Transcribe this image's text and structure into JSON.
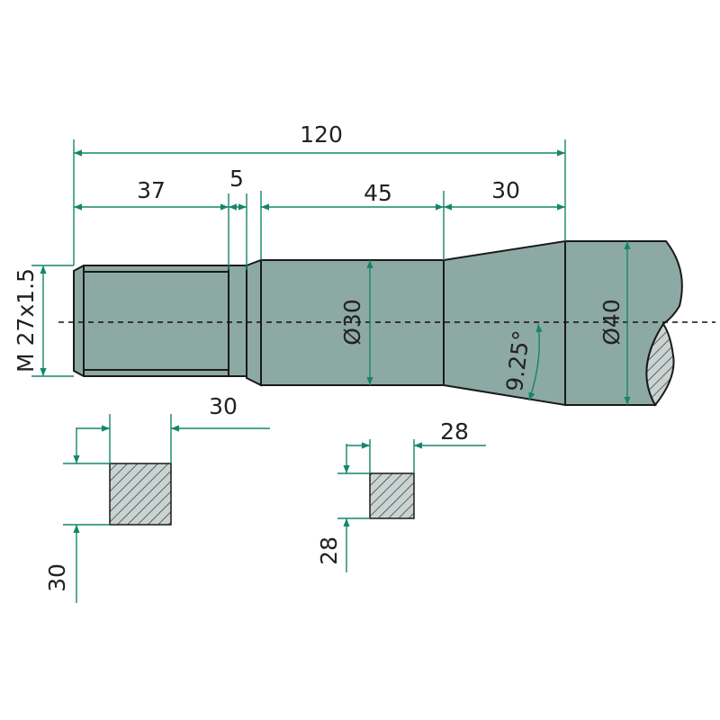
{
  "title": "Shaft / pin technical drawing",
  "colors": {
    "part_fill": "#8da9a4",
    "dimension": "#14866a",
    "outline": "#1a1a1a"
  },
  "dimensions": {
    "overall_length": "120",
    "thread_length": "37",
    "groove_width": "5",
    "body_length": "45",
    "taper_length": "30",
    "thread": "M 27x1.5",
    "body_diameter": "Ø30",
    "shank_diameter": "Ø40",
    "taper_angle": "9.25°"
  },
  "sections": {
    "square_large": {
      "width": "30",
      "height": "30"
    },
    "square_small": {
      "width": "28",
      "height": "28"
    }
  }
}
